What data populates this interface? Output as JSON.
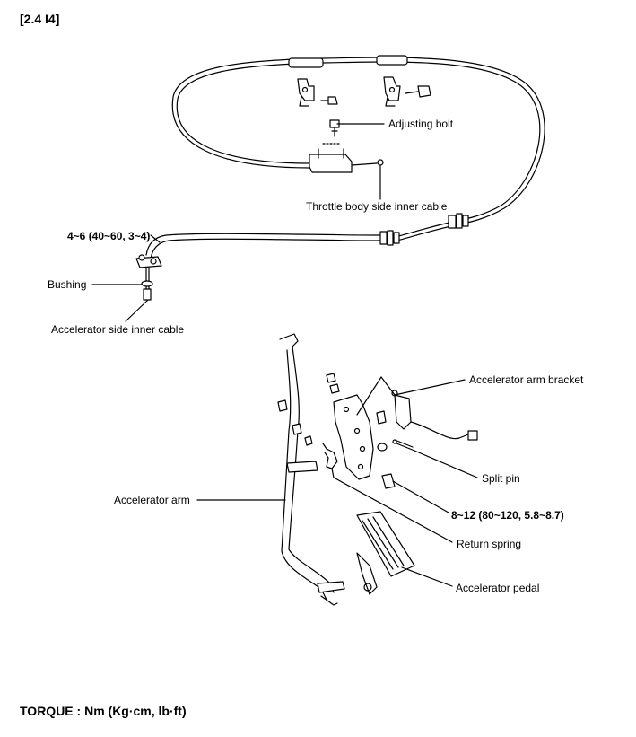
{
  "header": {
    "engine_tag": "[2.4 I4]"
  },
  "labels": {
    "adjusting_bolt": "Adjusting bolt",
    "throttle_body_side_inner_cable": "Throttle body side inner cable",
    "torque_cable_nut": "4~6 (40~60, 3~4)",
    "bushing": "Bushing",
    "accelerator_side_inner_cable": "Accelerator side inner cable",
    "accelerator_arm_bracket": "Accelerator arm bracket",
    "split_pin": "Split pin",
    "accelerator_arm": "Accelerator arm",
    "torque_bracket_bolt": "8~12 (80~120, 5.8~8.7)",
    "return_spring": "Return spring",
    "accelerator_pedal": "Accelerator pedal"
  },
  "footer": {
    "torque_units_note": "TORQUE : Nm (Kg·cm, lb·ft)"
  }
}
